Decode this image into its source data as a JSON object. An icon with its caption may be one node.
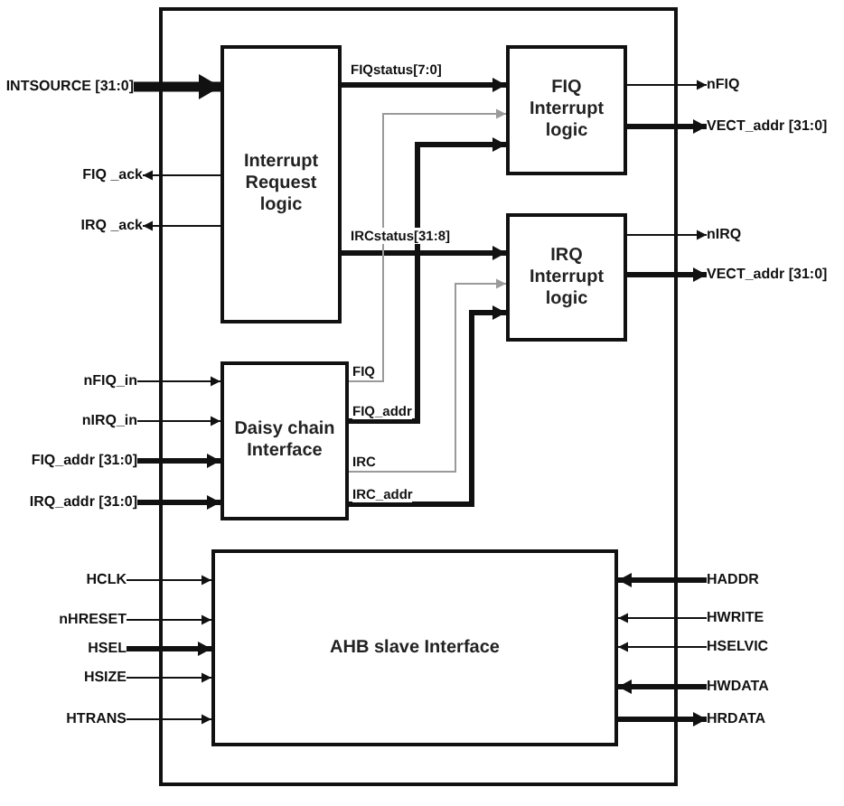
{
  "diagram": {
    "nodes": [
      {
        "text": [],
        "shape": "box"
      },
      {
        "text": [
          "Interrupt Request logic"
        ],
        "in": 0
      },
      {
        "text": [
          "FIQ Interrupt logic"
        ],
        "in": 0
      },
      {
        "text": [
          "IRQ Interrupt logic"
        ],
        "in": 0
      },
      {
        "text": [
          "Daisy chain Interface"
        ],
        "in": 0
      },
      {
        "text": [
          "AHB slave Interface"
        ],
        "in": 0
      },
      {
        "text": [
          "INTSOURCE [31:0]"
        ]
      },
      {
        "text": [
          "FIQ _ack"
        ]
      },
      {
        "text": [
          "IRQ _ack"
        ]
      },
      {
        "text": [
          "nFIQ"
        ]
      },
      {
        "text": [
          "VECT_addr [31:0]"
        ]
      },
      {
        "text": [
          "nIRQ"
        ]
      },
      {
        "text": [
          "VECT_addr [31:0]"
        ]
      },
      {
        "text": [
          "nFIQ_in"
        ]
      },
      {
        "text": [
          "nIRQ_in"
        ]
      },
      {
        "text": [
          "FIQ_addr [31:0]"
        ]
      },
      {
        "text": [
          "IRQ_addr [31:0]"
        ]
      },
      {
        "text": [
          "HCLK"
        ]
      },
      {
        "text": [
          "nHRESET"
        ]
      },
      {
        "text": [
          "HSEL"
        ]
      },
      {
        "text": [
          "HSIZE"
        ]
      },
      {
        "text": [
          "HTRANS"
        ]
      },
      {
        "text": [
          "HADDR"
        ]
      },
      {
        "text": [
          "HWRITE"
        ]
      },
      {
        "text": [
          "HSELVIC"
        ]
      },
      {
        "text": [
          "HWDATA"
        ]
      },
      {
        "text": [
          "HRDATA"
        ]
      }
    ],
    "edges": [
      {
        "from": 6,
        "to": 1,
        "arrow": "to",
        "style": "thick"
      },
      {
        "from": 1,
        "to": 7,
        "arrow": "to"
      },
      {
        "from": 1,
        "to": 8,
        "arrow": "to"
      },
      {
        "from": 1,
        "to": 2,
        "arrow": "to",
        "label": "FIQstatus[7:0]",
        "style": "thick"
      },
      {
        "from": 1,
        "to": 3,
        "arrow": "to",
        "label": "IRCstatus[31:8]",
        "style": "thick"
      },
      {
        "from": 4,
        "to": 2,
        "arrow": "to",
        "label": "FIQ",
        "color": "#9a9a9a"
      },
      {
        "from": 4,
        "to": 2,
        "arrow": "to",
        "label": "FIQ_addr",
        "style": "thick"
      },
      {
        "from": 4,
        "to": 3,
        "arrow": "to",
        "label": "IRC",
        "color": "#9a9a9a"
      },
      {
        "from": 4,
        "to": 3,
        "arrow": "to",
        "label": "IRC_addr",
        "style": "thick"
      },
      {
        "from": 2,
        "to": 9,
        "arrow": "to"
      },
      {
        "from": 2,
        "to": 10,
        "arrow": "to",
        "style": "thick"
      },
      {
        "from": 3,
        "to": 11,
        "arrow": "to"
      },
      {
        "from": 3,
        "to": 12,
        "arrow": "to",
        "style": "thick"
      },
      {
        "from": 13,
        "to": 4,
        "arrow": "to"
      },
      {
        "from": 14,
        "to": 4,
        "arrow": "to"
      },
      {
        "from": 15,
        "to": 4,
        "arrow": "to",
        "style": "thick"
      },
      {
        "from": 16,
        "to": 4,
        "arrow": "to",
        "style": "thick"
      },
      {
        "from": 17,
        "to": 5,
        "arrow": "to"
      },
      {
        "from": 18,
        "to": 5,
        "arrow": "to"
      },
      {
        "from": 19,
        "to": 5,
        "arrow": "to",
        "style": "thick"
      },
      {
        "from": 20,
        "to": 5,
        "arrow": "to"
      },
      {
        "from": 21,
        "to": 5,
        "arrow": "to"
      },
      {
        "from": 22,
        "to": 5,
        "arrow": "to",
        "style": "thick"
      },
      {
        "from": 23,
        "to": 5,
        "arrow": "to"
      },
      {
        "from": 24,
        "to": 5,
        "arrow": "to"
      },
      {
        "from": 25,
        "to": 5,
        "arrow": "to",
        "style": "thick"
      },
      {
        "from": 5,
        "to": 26,
        "arrow": "to",
        "style": "thick"
      }
    ]
  }
}
